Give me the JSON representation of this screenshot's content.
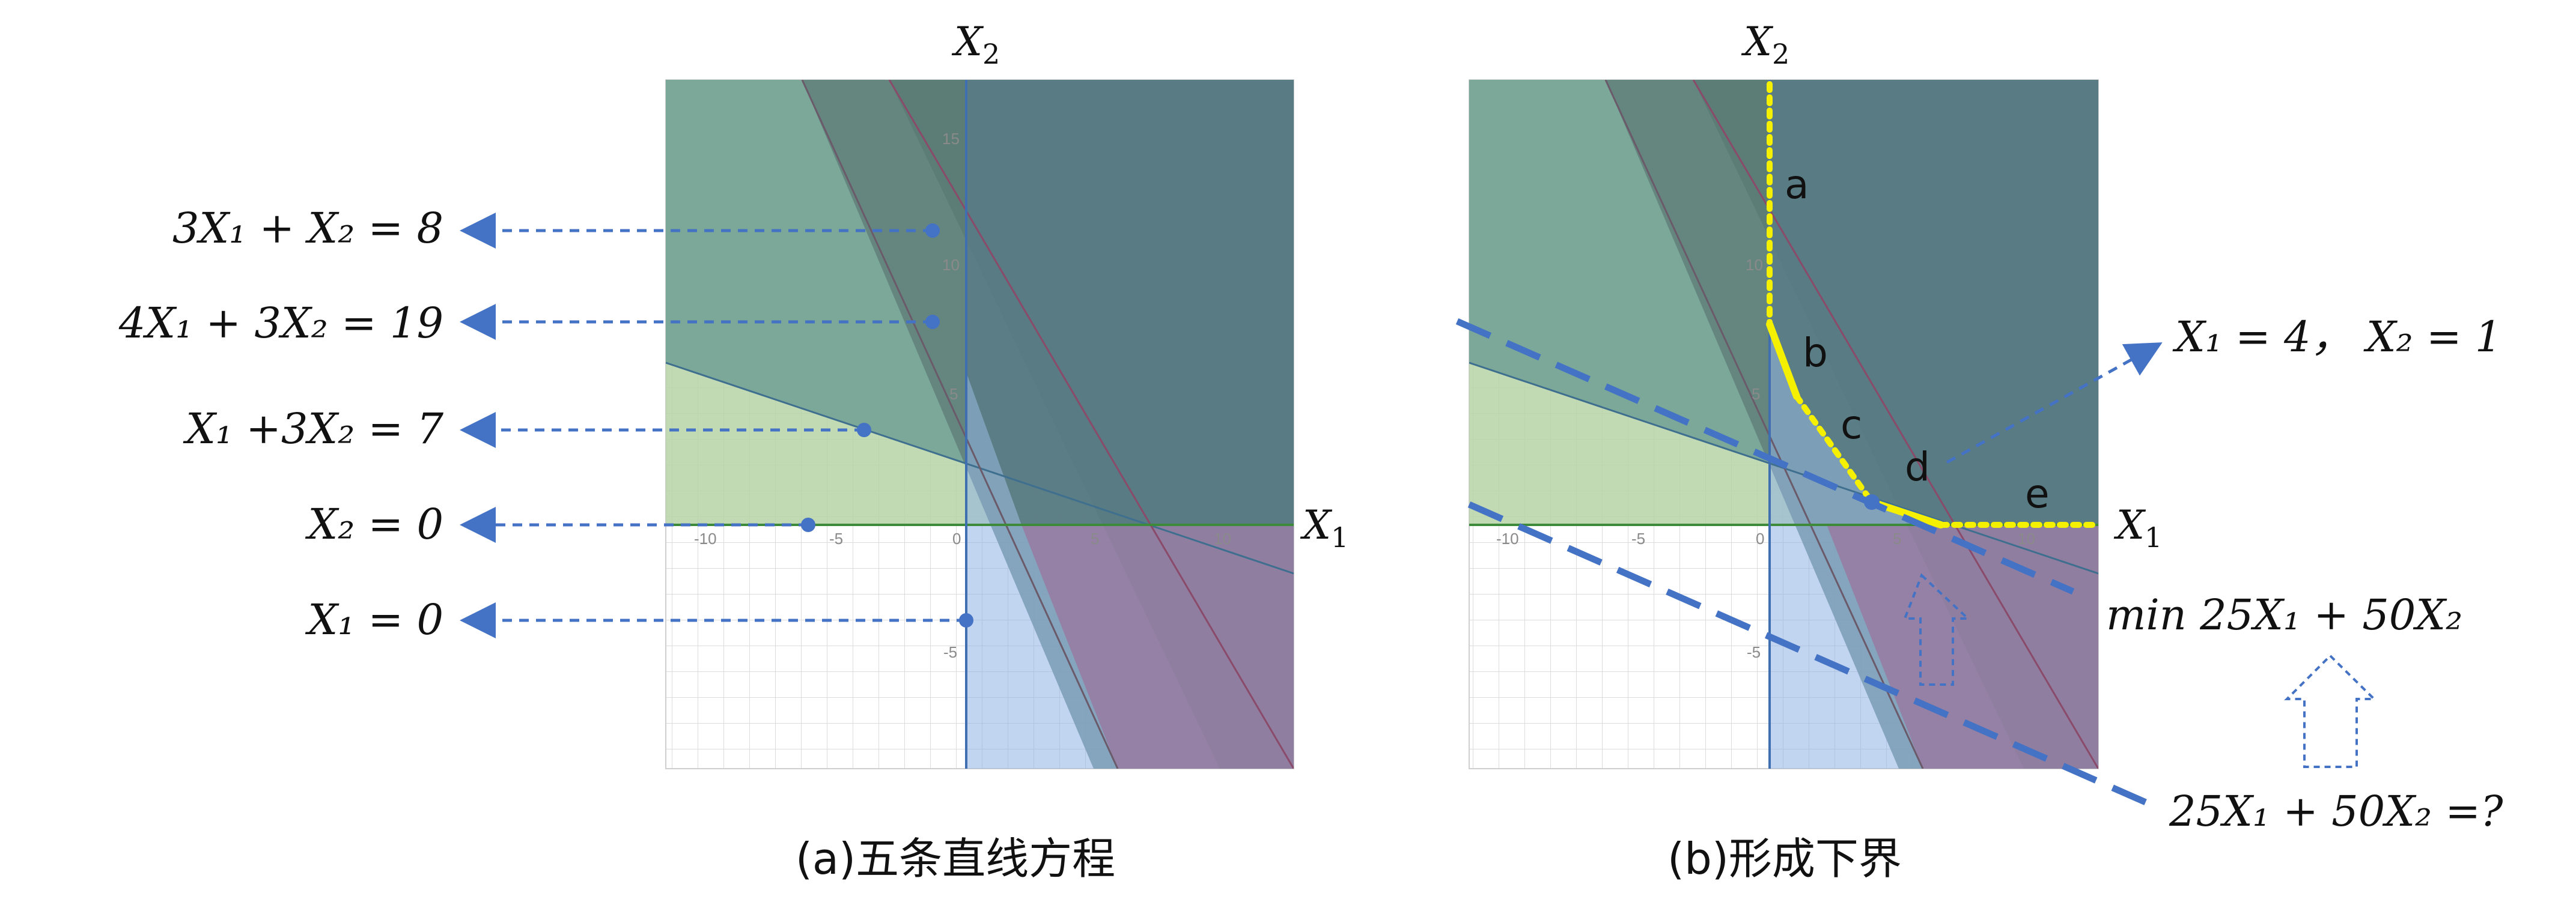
{
  "panel_a": {
    "axis_x_label": "X",
    "axis_x_sub": "1",
    "axis_y_label": "X",
    "axis_y_sub": "2",
    "caption": "(a)五条直线方程",
    "tick_labels": [
      "-10",
      "-5",
      "0",
      "5",
      "10",
      "15",
      "10",
      "5",
      "-5"
    ],
    "equations": [
      {
        "id": "eq1",
        "text": "3X₁ + X₂ = 8"
      },
      {
        "id": "eq2",
        "text": "4X₁ + 3X₂ = 19"
      },
      {
        "id": "eq3",
        "text": "X₁ +3X₂ = 7"
      },
      {
        "id": "eq4",
        "text": "X₂ = 0"
      },
      {
        "id": "eq5",
        "text": "X₁ = 0"
      }
    ]
  },
  "panel_b": {
    "axis_x_label": "X",
    "axis_x_sub": "1",
    "axis_y_label": "X",
    "axis_y_sub": "2",
    "caption": "(b)形成下界",
    "tick_labels": [
      "-10",
      "-5",
      "0",
      "5",
      "10",
      "10",
      "5",
      "-5"
    ],
    "segment_labels": [
      "a",
      "b",
      "c",
      "d",
      "e"
    ],
    "optimum_label": "X₁ = 4， X₂ = 1",
    "objective_label": "min   25X₁ + 50X₂",
    "iso_label": "25X₁ + 50X₂ =?"
  },
  "colors": {
    "teal_region": "#5f8f86",
    "dark_region": "#4e7470",
    "green_region": "#b7d3a6",
    "blue_region": "#a9c2e6",
    "purple_region": "#9c7f9f",
    "axis_blue": "#3f6fb0",
    "axis_green": "#3d8a3a",
    "boundary_yellow": "#f4f000",
    "arrow_blue": "#4472c4"
  }
}
